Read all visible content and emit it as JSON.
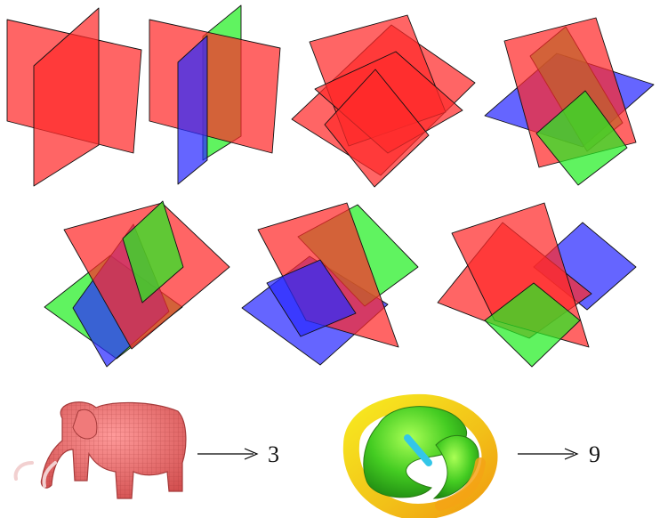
{
  "figure": {
    "colors": {
      "red": "#ff2a2a",
      "green": "#22ee22",
      "blue": "#2a2aff",
      "edge": "#111111",
      "elephant": "#ee6b6b",
      "torus_green": "#55dd22",
      "torus_yellow": "#f2e21a",
      "torus_orange": "#f5a315",
      "connector": "#33c6e8"
    },
    "rows": [
      {
        "panels": [
          {
            "planes": [
              "red",
              "red"
            ]
          },
          {
            "planes": [
              "red",
              "green",
              "blue"
            ]
          },
          {
            "planes": [
              "red",
              "red",
              "red",
              "red"
            ]
          },
          {
            "planes": [
              "red",
              "green",
              "blue",
              "red"
            ]
          }
        ]
      },
      {
        "panels": [
          {
            "planes": [
              "red",
              "green",
              "blue",
              "red"
            ]
          },
          {
            "planes": [
              "red",
              "green",
              "blue",
              "blue"
            ]
          },
          {
            "planes": [
              "red",
              "green",
              "blue",
              "red"
            ]
          }
        ]
      }
    ],
    "examples": [
      {
        "object_icon": "elephant-icon",
        "arrow_icon": "long-right-arrow-icon",
        "value": "3"
      },
      {
        "object_icon": "torus-knot-icon",
        "arrow_icon": "long-right-arrow-icon",
        "value": "9"
      }
    ]
  }
}
